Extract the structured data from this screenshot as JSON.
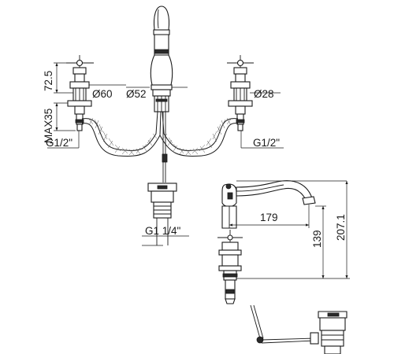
{
  "dimensions": {
    "d1": "72.5",
    "d2": "Ø60",
    "d3": "Ø52",
    "d4": "Ø28",
    "d5": "MAX35",
    "d6": "G1/2\"",
    "d7": "G1/2\"",
    "d8": "G1 1/4\"",
    "d9": "179",
    "d10": "139",
    "d11": "207.1"
  }
}
